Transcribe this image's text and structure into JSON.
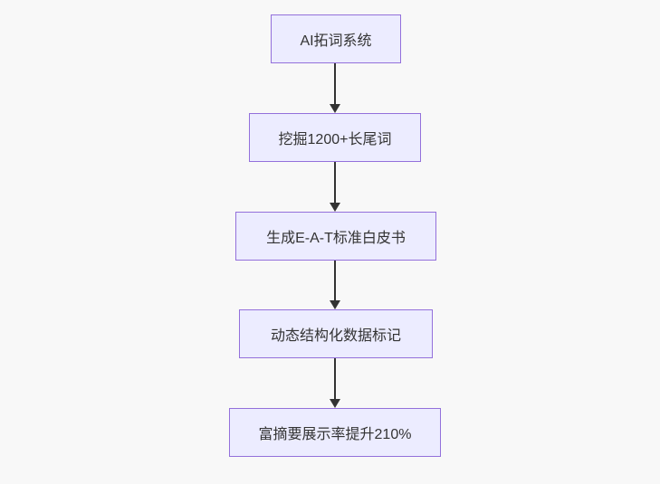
{
  "diagram": {
    "type": "flowchart",
    "direction": "top-down",
    "colors": {
      "background": "#f8f8f8",
      "node_fill": "#ececff",
      "node_border": "#9370db",
      "edge": "#333333",
      "text": "#333333"
    },
    "nodes": [
      {
        "label": "AI拓词系统"
      },
      {
        "label": "挖掘1200+长尾词"
      },
      {
        "label": "生成E-A-T标准白皮书"
      },
      {
        "label": "动态结构化数据标记"
      },
      {
        "label": "富摘要展示率提升210%"
      }
    ],
    "edges": [
      {
        "from": 0,
        "to": 1
      },
      {
        "from": 1,
        "to": 2
      },
      {
        "from": 2,
        "to": 3
      },
      {
        "from": 3,
        "to": 4
      }
    ]
  }
}
